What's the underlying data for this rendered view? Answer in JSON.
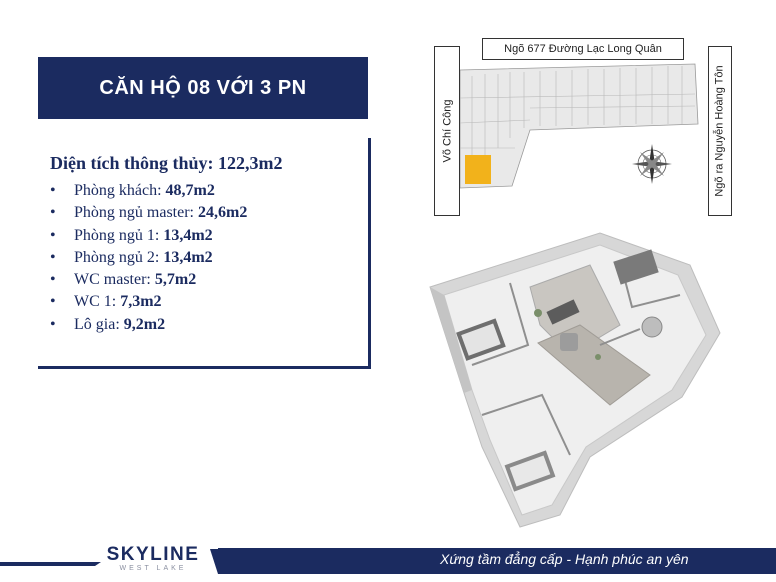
{
  "title": "CĂN HỘ 08 VỚI 3 PN",
  "spec": {
    "heading": "Diện tích thông thủy: 122,3m2",
    "items": [
      {
        "label": "Phòng khách: ",
        "value": "48,7m2"
      },
      {
        "label": "Phòng ngủ master: ",
        "value": "24,6m2"
      },
      {
        "label": "Phòng ngủ 1: ",
        "value": "13,4m2"
      },
      {
        "label": "Phòng ngủ 2: ",
        "value": "13,4m2"
      },
      {
        "label": "WC master: ",
        "value": "5,7m2"
      },
      {
        "label": "WC 1: ",
        "value": "7,3m2"
      },
      {
        "label": "Lô gia: ",
        "value": "9,2m2"
      }
    ],
    "bullet": "•"
  },
  "site_map": {
    "road_top": "Ngõ 677 Đường Lạc Long Quân",
    "road_left": "Võ Chí Công",
    "road_right": "Ngõ ra Nguyễn Hoàng Tôn",
    "highlight_color": "#f2b21b",
    "compass_icon": "compass-rose-icon"
  },
  "footer": {
    "slogan": "Xứng tầm đẳng cấp - Hạnh phúc an yên",
    "brand_main": "SKYLINE",
    "brand_sub": "WEST LAKE"
  },
  "colors": {
    "navy": "#1b2b60"
  }
}
